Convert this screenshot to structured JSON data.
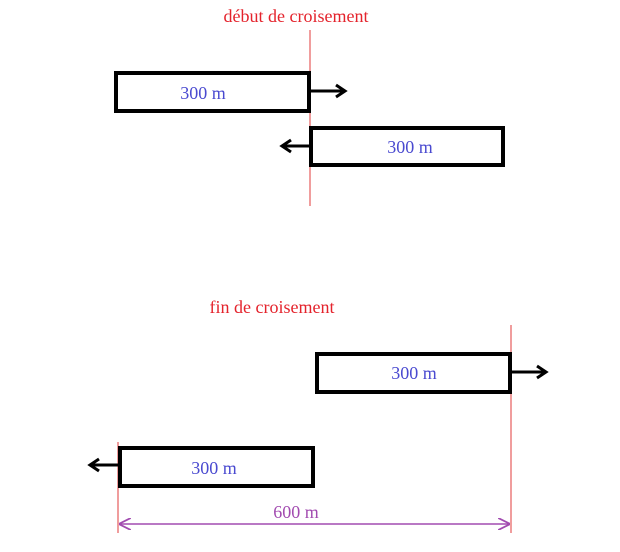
{
  "colors": {
    "title_red": "#e4232c",
    "label_blue": "#4a4ad0",
    "box_black": "#000000",
    "marker_line_red": "#e23b3b",
    "dimension_purple": "#a24bb0"
  },
  "top": {
    "title": "début de croisement",
    "train_a_label": "300 m",
    "train_b_label": "300 m"
  },
  "bottom": {
    "title": "fin de croisement",
    "train_a_label": "300 m",
    "train_b_label": "300 m",
    "distance_label": "600 m"
  }
}
